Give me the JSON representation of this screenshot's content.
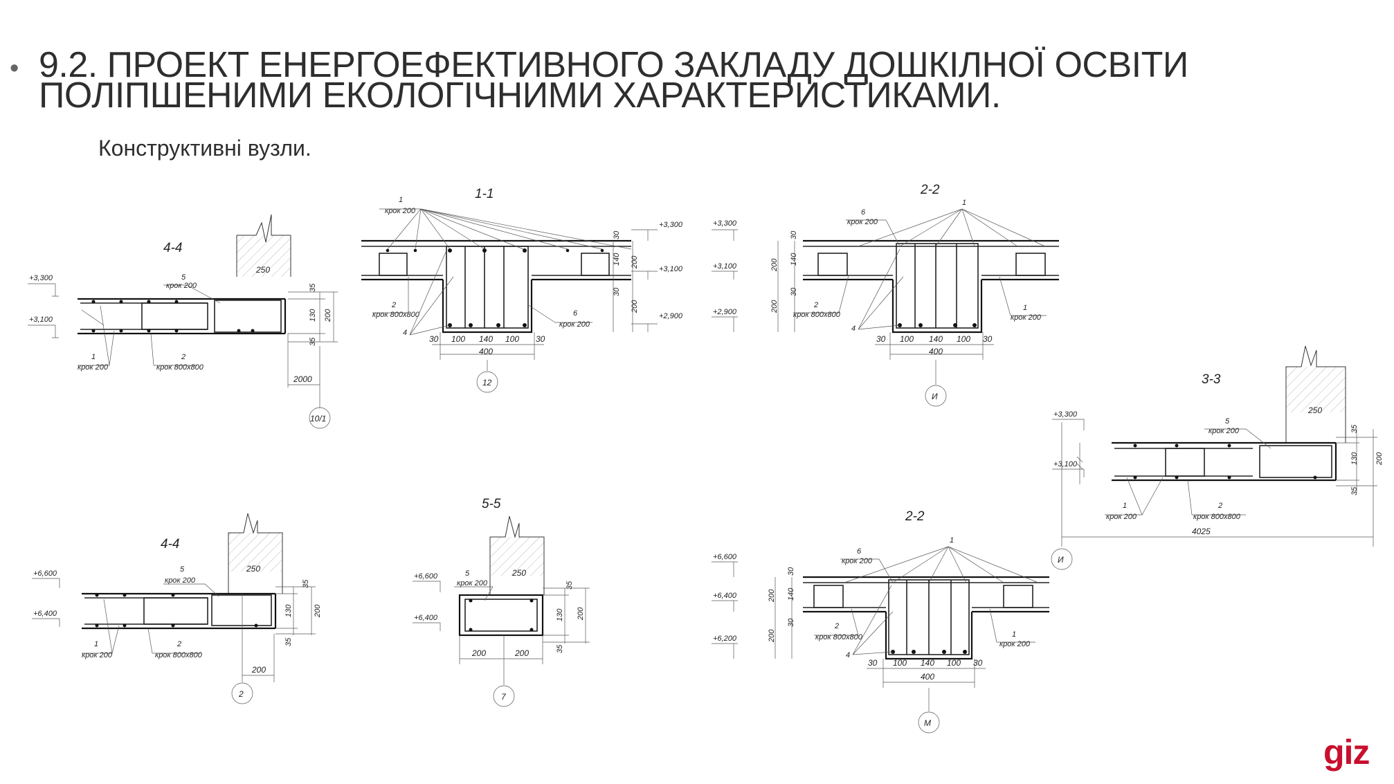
{
  "slide": {
    "bullet": "•",
    "title": "9.2. ПРОЕКТ ЕНЕРГОЕФЕКТИВНОГО ЗАКЛАДУ ДОШКІЛНОЇ ОСВІТИ\nПОЛІПШЕНИМИ ЕКОЛОГІЧНИМИ ХАРАКТЕРИСТИКАМИ.",
    "subtitle": "Конструктивні вузли.",
    "logo": "giz",
    "logo_color": "#c8102e"
  },
  "drawings": {
    "d44a": {
      "title": "4-4",
      "lev_top": "+3,300",
      "lev_bot": "+3,100",
      "wall": "250",
      "dim_35a": "35",
      "dim_130": "130",
      "dim_35b": "35",
      "dim_200": "200",
      "dim_2000": "2000",
      "l5": "5",
      "l5s": "крок 200",
      "l1": "1",
      "l1s": "крок 200",
      "l2": "2",
      "l2s": "крок 800х800",
      "axis": "10/1"
    },
    "d11": {
      "title": "1-1",
      "l1": "1",
      "l1s": "крок 200",
      "lev1": "+3,300",
      "lev2": "+3,100",
      "lev3": "+2,900",
      "v30a": "30",
      "v140": "140",
      "v30b": "30",
      "v200a": "200",
      "v200b": "200",
      "l2": "2",
      "l2s": "крок 800х800",
      "l6": "6",
      "l6s": "крок 200",
      "l4": "4",
      "h30a": "30",
      "h100a": "100",
      "h140": "140",
      "h100b": "100",
      "h30b": "30",
      "h400": "400",
      "axis": "12"
    },
    "d22a": {
      "title": "2-2",
      "l1": "1",
      "l6": "6",
      "l6s": "крок 200",
      "lev1": "+3,300",
      "lev2": "+3,100",
      "lev3": "+2,900",
      "v200a": "200",
      "v30a": "30",
      "v140": "140",
      "v30b": "30",
      "v200b": "200",
      "l2": "2",
      "l2s": "крок 800х800",
      "l1b": "1",
      "l1bs": "крок 200",
      "l4": "4",
      "h30a": "30",
      "h100a": "100",
      "h140": "140",
      "h100b": "100",
      "h30b": "30",
      "h400": "400",
      "axis": "И"
    },
    "d33": {
      "title": "3-3",
      "lev_top": "+3,300",
      "lev_bot": "+3,100",
      "l5": "5",
      "l5s": "крок 200",
      "wall": "250",
      "dim_35a": "35",
      "dim_130": "130",
      "dim_35b": "35",
      "dim_200": "200",
      "l1": "1",
      "l1s": "крок 200",
      "l2": "2",
      "l2s": "крок 800х800",
      "dim_4025": "4025",
      "axis": "И"
    },
    "d44b": {
      "title": "4-4",
      "lev_top": "+6,600",
      "lev_bot": "+6,400",
      "l5": "5",
      "l5s": "крок 200",
      "wall": "250",
      "dim_35a": "35",
      "dim_130": "130",
      "dim_35b": "35",
      "dim_200": "200",
      "l1": "1",
      "l1s": "крок 200",
      "l2": "2",
      "l2s": "крок 800х800",
      "dim_200b": "200",
      "axis": "2"
    },
    "d55": {
      "title": "5-5",
      "lev_top": "+6,600",
      "lev_bot": "+6,400",
      "l5": "5",
      "l5s": "крок 200",
      "wall": "250",
      "dim_35a": "35",
      "dim_130": "130",
      "dim_35b": "35",
      "dim_200v": "200",
      "h200a": "200",
      "h200b": "200",
      "axis": "7"
    },
    "d22b": {
      "title": "2-2",
      "l1": "1",
      "l6": "6",
      "l6s": "крок 200",
      "lev1": "+6,600",
      "lev2": "+6,400",
      "lev3": "+6,200",
      "v200a": "200",
      "v30a": "30",
      "v140": "140",
      "v30b": "30",
      "v200b": "200",
      "l2": "2",
      "l2s": "крок 800х800",
      "l1b": "1",
      "l1bs": "крок 200",
      "l4": "4",
      "h30a": "30",
      "h100a": "100",
      "h140": "140",
      "h100b": "100",
      "h30b": "30",
      "h400": "400",
      "axis": "М"
    }
  }
}
